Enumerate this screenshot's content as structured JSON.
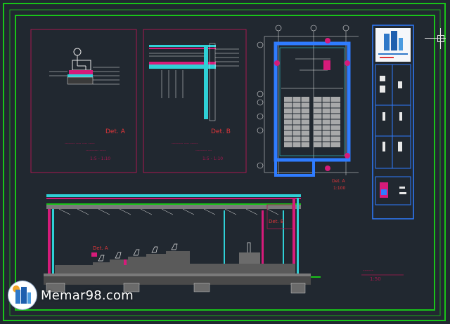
{
  "watermark": {
    "text": "Memar98.com"
  },
  "labels": {
    "detail_a": "Det. A",
    "detail_a_note1": "-------- ---- ---- -----",
    "detail_a_note2": "---------- -----",
    "detail_a_scale": "1:5 - 1:10",
    "detail_b": "Det. B",
    "detail_b_note1": "--------- ---- ------",
    "detail_b_note2": "--------- ---",
    "detail_b_scale": "1:5 - 1:10",
    "plan_scale": "1:100",
    "section_title": "------",
    "section_scale": "1:50",
    "detail_tag": "Det. A",
    "detail_tag2": "Det. B"
  },
  "colors": {
    "background": "#212830",
    "border_green": "#19c419",
    "magenta": "#d61b7a",
    "cyan": "#2fd0d6",
    "blue": "#2f7cff",
    "white": "#e8e8e8",
    "red": "#e0363a"
  }
}
